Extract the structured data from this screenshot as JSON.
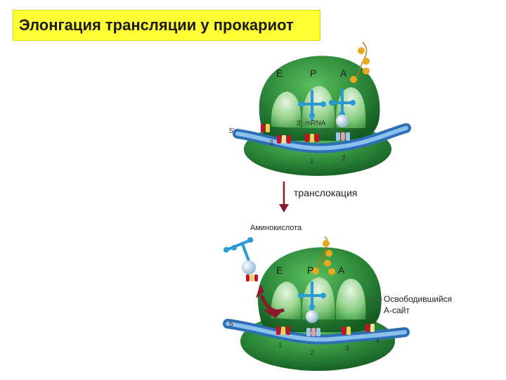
{
  "title": "Элонгация трансляции у прокариот",
  "top_diagram": {
    "site_e": "E",
    "site_p": "P",
    "site_a": "A",
    "mrna_3prime": "3'",
    "mrna_label": "mRNA",
    "end_5prime": "5'",
    "codon_3": "3",
    "codon_1": "1",
    "codon_2": "2"
  },
  "arrow_label": "транслокация",
  "bottom_diagram": {
    "amino_acid_label": "Аминокислота",
    "site_e": "E",
    "site_p": "P",
    "site_a": "A",
    "end_5": "5",
    "codon_1": "1",
    "codon_2": "2",
    "codon_3": "3",
    "codon_4": "4",
    "freed_site_line1": "Освободившийся",
    "freed_site_line2": "А-сайт"
  },
  "colors": {
    "title_bg": "#ffff33",
    "ribosome": "#2e8b3a",
    "mrna": "#4a8fd0",
    "trna": "#2a9ad6",
    "amino_acid": "#e8a820",
    "arrow": "#8b1a2a"
  }
}
